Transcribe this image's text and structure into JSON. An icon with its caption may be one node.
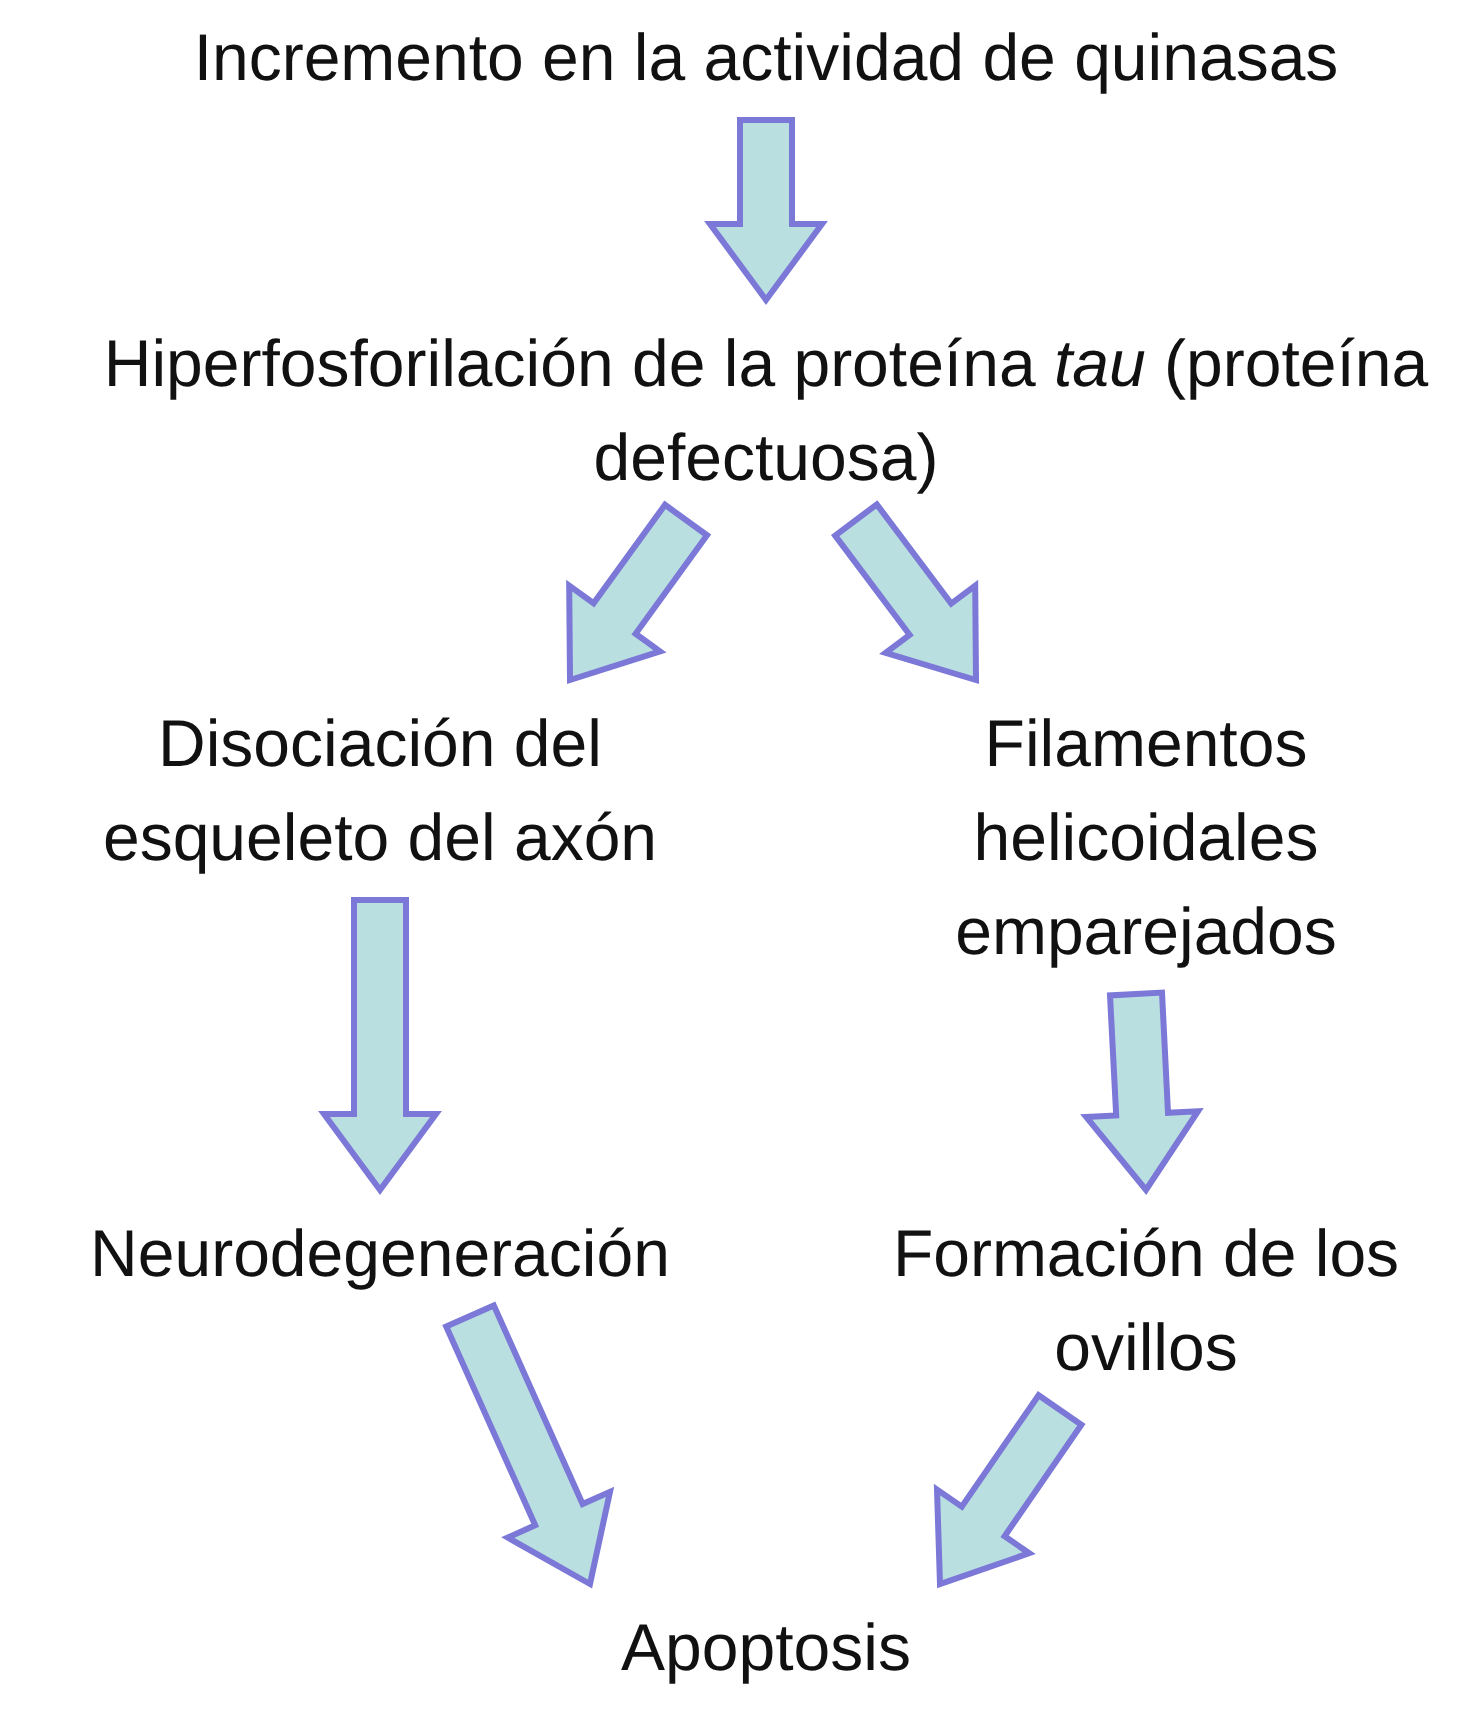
{
  "diagram": {
    "nodes": [
      {
        "text": [
          "Incremento en la actividad de quinasas"
        ]
      },
      {
        "text": [
          "Hiperfosforilación de la proteína *tau* (proteína defectuosa)"
        ]
      },
      {
        "text": [
          "Disociación del esqueleto del axón"
        ]
      },
      {
        "text": [
          "Filamentos helicoidales emparejados"
        ]
      },
      {
        "text": [
          "Neurodegeneración"
        ]
      },
      {
        "text": [
          "Formación de los ovillos"
        ]
      },
      {
        "text": [
          "Apoptosis"
        ]
      }
    ],
    "edges": [
      {
        "from": 0,
        "to": 1,
        "arrow": "to"
      },
      {
        "from": 1,
        "to": 2,
        "arrow": "to"
      },
      {
        "from": 1,
        "to": 3,
        "arrow": "to"
      },
      {
        "from": 2,
        "to": 4,
        "arrow": "to"
      },
      {
        "from": 3,
        "to": 5,
        "arrow": "to"
      },
      {
        "from": 4,
        "to": 6,
        "arrow": "to"
      },
      {
        "from": 5,
        "to": 6,
        "arrow": "to"
      }
    ]
  }
}
